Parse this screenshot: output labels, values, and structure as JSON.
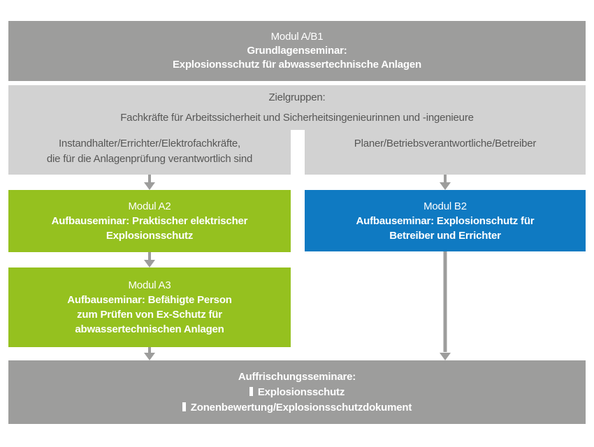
{
  "colors": {
    "dark_gray": "#9d9d9c",
    "light_gray": "#d2d2d2",
    "green": "#95c11f",
    "blue": "#0f7ac2",
    "text_dark": "#575756",
    "text_white": "#ffffff"
  },
  "top_box": {
    "module": "Modul A/B1",
    "line2": "Grundlagenseminar:",
    "line3": "Explosionsschutz für abwassertechnische Anlagen"
  },
  "target_groups": {
    "heading": "Zielgruppen:",
    "subtitle": "Fachkräfte für Arbeitssicherheit und Sicherheitsingenieurinnen und -ingenieure"
  },
  "columns": {
    "left": {
      "line1": "Instandhalter/Errichter/Elektrofachkräfte,",
      "line2": "die für die Anlagenprüfung verantwortlich sind"
    },
    "right": {
      "line1": "Planer/Betriebsverantwortliche/Betreiber"
    }
  },
  "module_a2": {
    "module": "Modul A2",
    "line2": "Aufbauseminar: Praktischer elektrischer",
    "line3": "Explosionsschutz"
  },
  "module_b2": {
    "module": "Modul B2",
    "line2": "Aufbauseminar: Explosionschutz für",
    "line3": "Betreiber und Errichter"
  },
  "module_a3": {
    "module": "Modul A3",
    "line2": "Aufbauseminar: Befähigte Person",
    "line3": "zum Prüfen von Ex-Schutz für",
    "line4": "abwassertechnischen Anlagen"
  },
  "refresher_box": {
    "heading": "Auffrischungsseminare:",
    "items": [
      "Explosionsschutz",
      "Zonenbewertung/Explosionsschutzdokument"
    ]
  }
}
